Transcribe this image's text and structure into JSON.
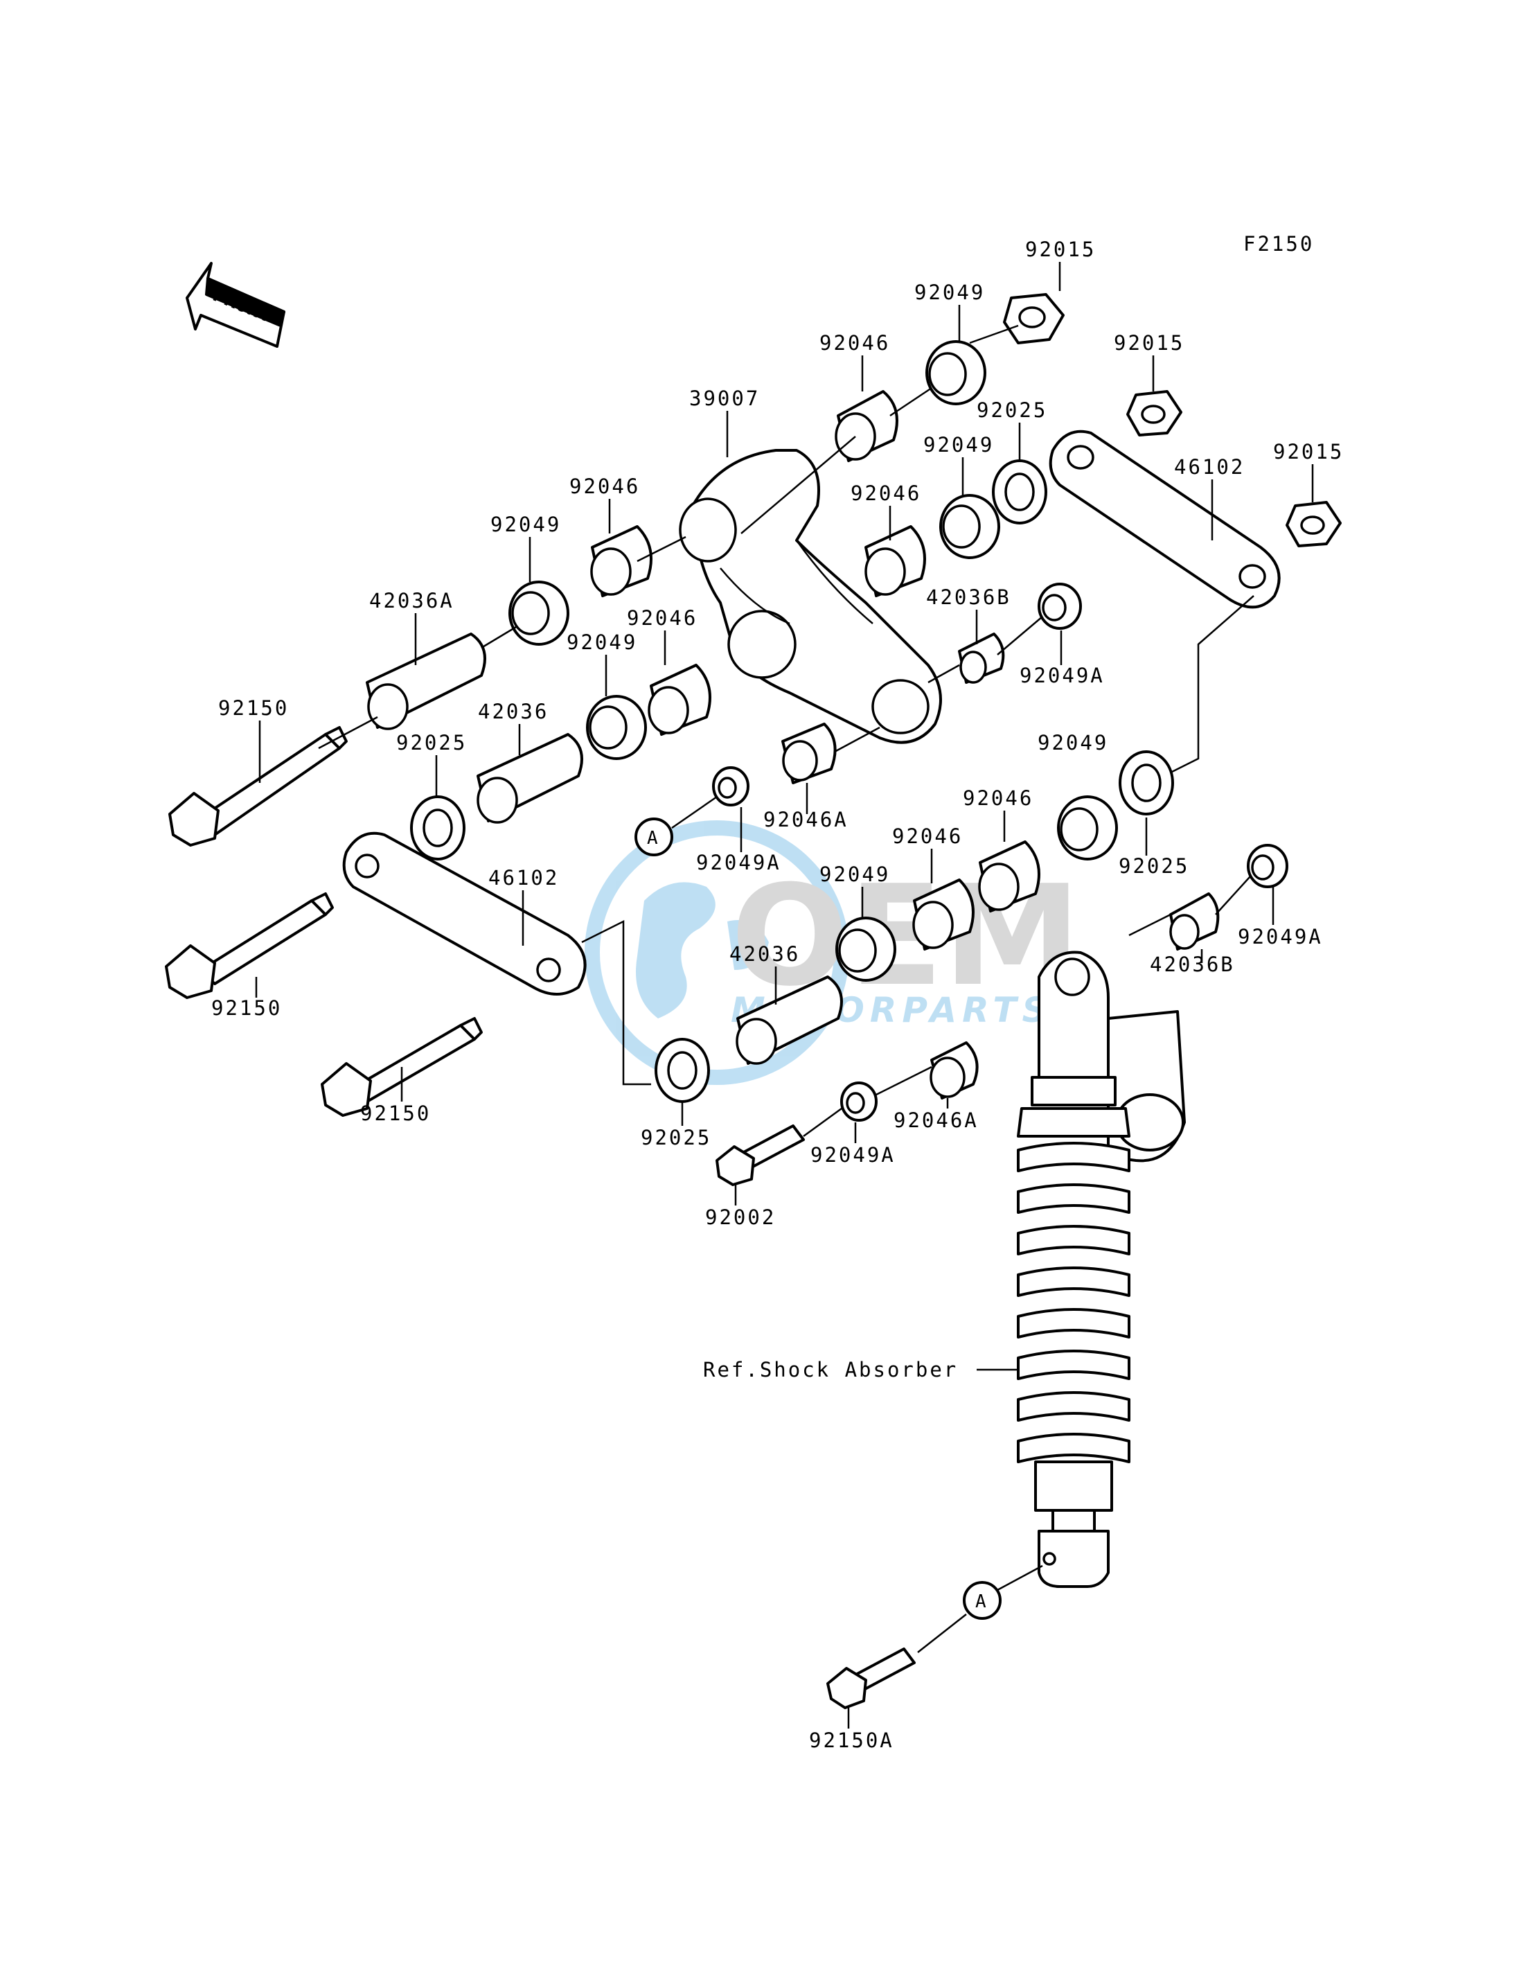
{
  "figure_code": "F2150",
  "front_label": "FRONT",
  "callout": "A",
  "watermark": {
    "brand": "OEM",
    "sub": "MOTORPARTS",
    "color": "#1a8fd6"
  },
  "ref_label": "Ref.Shock Absorber",
  "labels": {
    "l1": "92015",
    "l2": "92049",
    "l3": "92046",
    "l4": "92015",
    "l5": "39007",
    "l6": "92025",
    "l7": "92049",
    "l8": "46102",
    "l9": "92015",
    "l10": "92046",
    "l11": "92049",
    "l12": "92046",
    "l13": "42036A",
    "l14": "92046",
    "l15": "92049",
    "l16": "42036B",
    "l17": "92049A",
    "l18": "92150",
    "l19": "42036",
    "l20": "92025",
    "l21": "92049",
    "l22": "92046A",
    "l23": "92046",
    "l24": "92049A",
    "l25": "92046",
    "l26": "92025",
    "l27": "46102",
    "l28": "92049",
    "l29": "92049A",
    "l30": "42036",
    "l31": "42036B",
    "l32": "92150",
    "l33": "92150",
    "l34": "92025",
    "l35": "92049A",
    "l36": "92046A",
    "l37": "92002",
    "l38": "92150A"
  }
}
